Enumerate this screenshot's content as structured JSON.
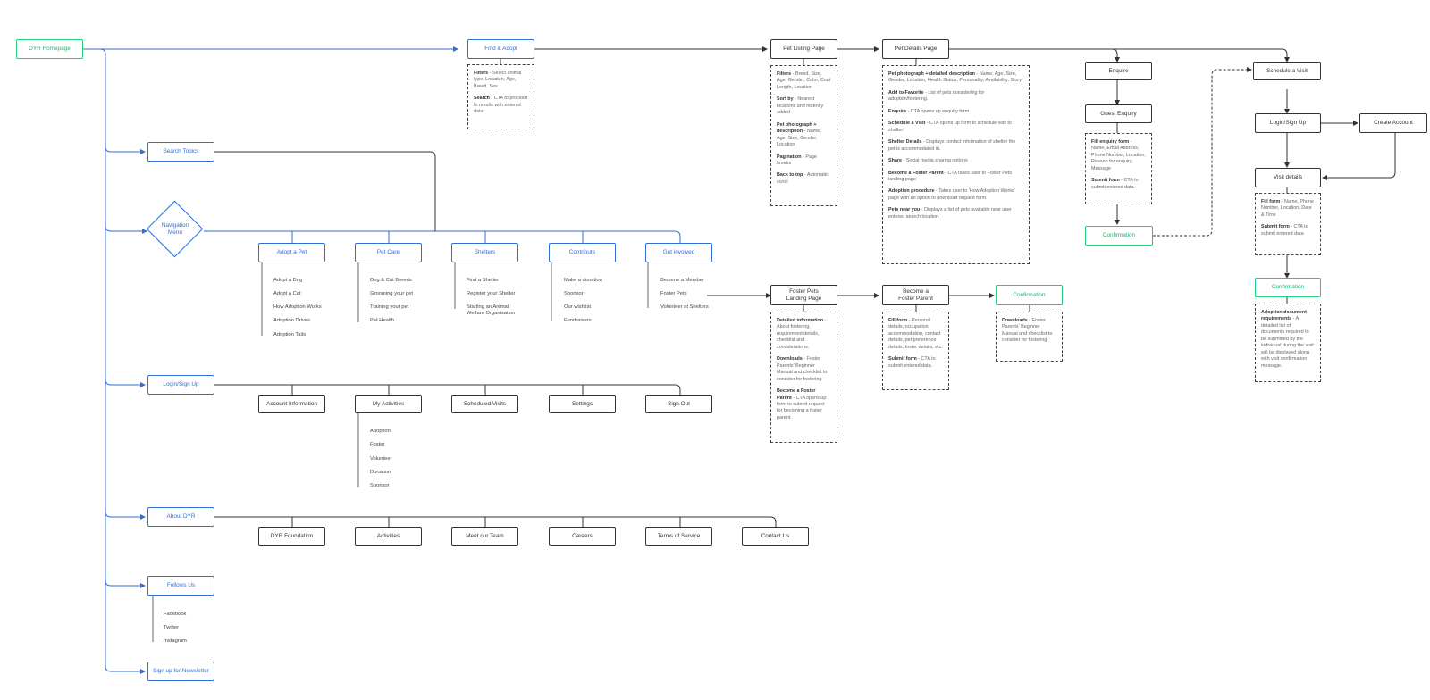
{
  "nodes": {
    "homepage": "DYR Homepage",
    "find_adopt": "Find & Adopt",
    "search_topics": "Search Topics",
    "navigation_menu": "Navigation\nMenu",
    "login_signup": "Login/Sign Up",
    "about_dyr": "About DYR",
    "follows_us": "Follows Us",
    "newsletter": "Sign up for Newsletter",
    "pet_listing": "Pet Listing Page",
    "pet_details": "Pet Details Page",
    "enquire": "Enquire",
    "guest_enquiry": "Guest Enquiry",
    "confirmation_enquiry": "Confirmation",
    "schedule_visit": "Schedule a Visit",
    "visit_login": "Login/Sign Up",
    "create_account": "Create Account",
    "visit_details": "Visit details",
    "confirmation_visit": "Confirmation",
    "foster_landing": "Foster Pets\nLanding Page",
    "become_foster": "Become a\nFoster Parent",
    "confirmation_foster": "Confirmation"
  },
  "menu": {
    "adopt": {
      "title": "Adopt a Pet",
      "items": [
        "Adopt a Dog",
        "Adopt a Cat",
        "How Adoption Works",
        "Adoption Drives",
        "Adoption Tails"
      ]
    },
    "pet_care": {
      "title": "Pet Care",
      "items": [
        "Dog & Cat Breeds",
        "Grooming your pet",
        "Training your pet",
        "Pet Health"
      ]
    },
    "shelters": {
      "title": "Shelters",
      "items": [
        "Find a Shelter",
        "Register your Shelter",
        "Starting an Animal\nWelfare Organisation"
      ]
    },
    "contribute": {
      "title": "Contribute",
      "items": [
        "Make a donation",
        "Sponsor",
        "Our wishlist",
        "Fundraisers"
      ]
    },
    "get_involved": {
      "title": "Get involved",
      "items": [
        "Become a Member",
        "Foster Pets",
        "Volunteer at Shelters"
      ]
    }
  },
  "account": {
    "items": [
      "Account Information",
      "My Activities",
      "Scheduled Visits",
      "Settings",
      "Sign Out"
    ],
    "activities": [
      "Adoption",
      "Foster",
      "Volunteer",
      "Donation",
      "Sponsor"
    ]
  },
  "about": {
    "items": [
      "DYR Foundation",
      "Activities",
      "Meet our Team",
      "Careers",
      "Terms of Service",
      "Contact Us"
    ]
  },
  "social": {
    "items": [
      "Facebook",
      "Twitter",
      "Instagram"
    ]
  },
  "notes": {
    "find_adopt": [
      {
        "b": "Filters",
        "t": " - Select animal type, Location, Age, Breed, Sex"
      },
      {
        "b": "Search",
        "t": " - CTA to proceed to results with entered data"
      }
    ],
    "pet_listing": [
      {
        "b": "Filters",
        "t": " - Breed, Size, Age, Gender, Color, Coat Length, Location"
      },
      {
        "b": "Sort by",
        "t": " - Nearest locations and recently added"
      },
      {
        "b": "Pet photograph + description",
        "t": " - Name, Age, Size, Gender, Location"
      },
      {
        "b": "Pagination",
        "t": " - Page breaks"
      },
      {
        "b": "Back to top",
        "t": " - Automatic scroll"
      }
    ],
    "pet_details": [
      {
        "b": "Pet photograph + detailed description",
        "t": " - Name, Age, Size, Gender, Location, Health Status, Personality, Availability, Story"
      },
      {
        "b": "Add to Favorite",
        "t": " - List of pets considering for adoption/fostering."
      },
      {
        "b": "Enquire",
        "t": " - CTA opens up enquiry form"
      },
      {
        "b": "Schedule a Visit",
        "t": " - CTA opens up form to schedule visit to shelter."
      },
      {
        "b": "Shelter Details",
        "t": " - Displays contact information of shelter the pet is accommodated in."
      },
      {
        "b": "Share",
        "t": " - Social media sharing options"
      },
      {
        "b": "Become a Foster Parent",
        "t": " - CTA takes user to Foster Pets landing page."
      },
      {
        "b": "Adoption procedure",
        "t": " - Takes user to 'How Adoption Works' page with an option to download request form."
      },
      {
        "b": "Pets near you",
        "t": " - Displays a list of pets available near user entered search location."
      }
    ],
    "guest_enquiry": [
      {
        "b": "Fill enquiry form",
        "t": " - Name, Email Address, Phone Number, Location, Reason for enquiry, Message"
      },
      {
        "b": "Submit form",
        "t": " - CTA to submit entered data"
      }
    ],
    "visit_details": [
      {
        "b": "Fill form",
        "t": " - Name, Phone Number, Location, Date & Time"
      },
      {
        "b": "Submit form",
        "t": " - CTA to submit entered data"
      }
    ],
    "visit_confirmation": [
      {
        "b": "Adoption document requirements",
        "t": " - A detailed list of documents required to be submitted by the individual during the visit will be displayed along with visit confirmation message."
      }
    ],
    "foster_landing": [
      {
        "b": "Detailed information",
        "t": " - About fostering, requirement details, checklist and considerations."
      },
      {
        "b": "Downloads",
        "t": " - Foster Parents' Beginner Manual and checklist to consider for fostering"
      },
      {
        "b": "Become a Foster Parent",
        "t": " - CTA opens up form to submit request for becoming a foster parent."
      }
    ],
    "become_foster": [
      {
        "b": "Fill form",
        "t": " - Personal details, occupation, accommodation, contact details, pet preference details, foster details, etc."
      },
      {
        "b": "Submit form",
        "t": " - CTA to submit entered data."
      }
    ],
    "foster_confirmation": [
      {
        "b": "Downloads",
        "t": " - Foster Parents' Beginner Manual and checklist to consider for fostering"
      }
    ]
  },
  "colors": {
    "blue": "#2f6fd6",
    "green": "#1fcf7b",
    "dark": "#333333"
  }
}
